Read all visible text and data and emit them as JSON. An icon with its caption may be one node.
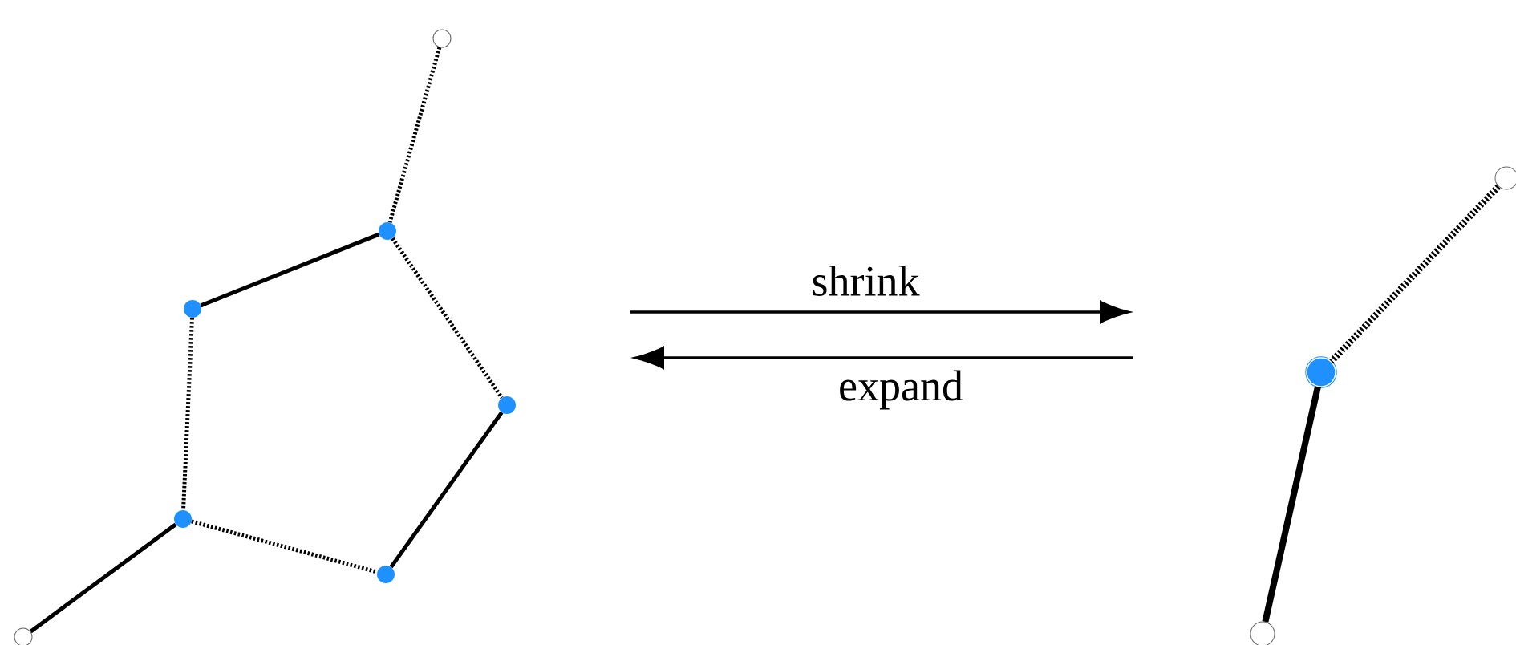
{
  "diagram": {
    "nodes": [
      {
        "text": [],
        "shape": "circle"
      },
      {
        "text": [],
        "shape": "circle"
      },
      {
        "text": [],
        "shape": "circle"
      },
      {
        "text": [],
        "shape": "circle"
      },
      {
        "text": [],
        "shape": "circle"
      },
      {
        "text": [],
        "shape": "circle"
      },
      {
        "text": [],
        "shape": "circle"
      },
      {
        "text": [],
        "shape": "circle"
      },
      {
        "text": [],
        "shape": "circle"
      },
      {
        "text": [],
        "shape": "circle"
      }
    ],
    "edges": [
      {
        "from": 0,
        "to": 1,
        "arrow": "none",
        "style": "dashed"
      },
      {
        "from": 1,
        "to": 2,
        "arrow": "none"
      },
      {
        "from": 1,
        "to": 3,
        "arrow": "none",
        "style": "dashed"
      },
      {
        "from": 2,
        "to": 4,
        "arrow": "none",
        "style": "dashed"
      },
      {
        "from": 3,
        "to": 5,
        "arrow": "none"
      },
      {
        "from": 4,
        "to": 5,
        "arrow": "none",
        "style": "dashed"
      },
      {
        "from": 4,
        "to": 6,
        "arrow": "none"
      },
      {
        "from": 7,
        "to": 8,
        "arrow": "none",
        "style": "dashed"
      },
      {
        "from": 8,
        "to": 9,
        "arrow": "none"
      }
    ],
    "labels": [
      "shrink",
      "expand"
    ]
  }
}
